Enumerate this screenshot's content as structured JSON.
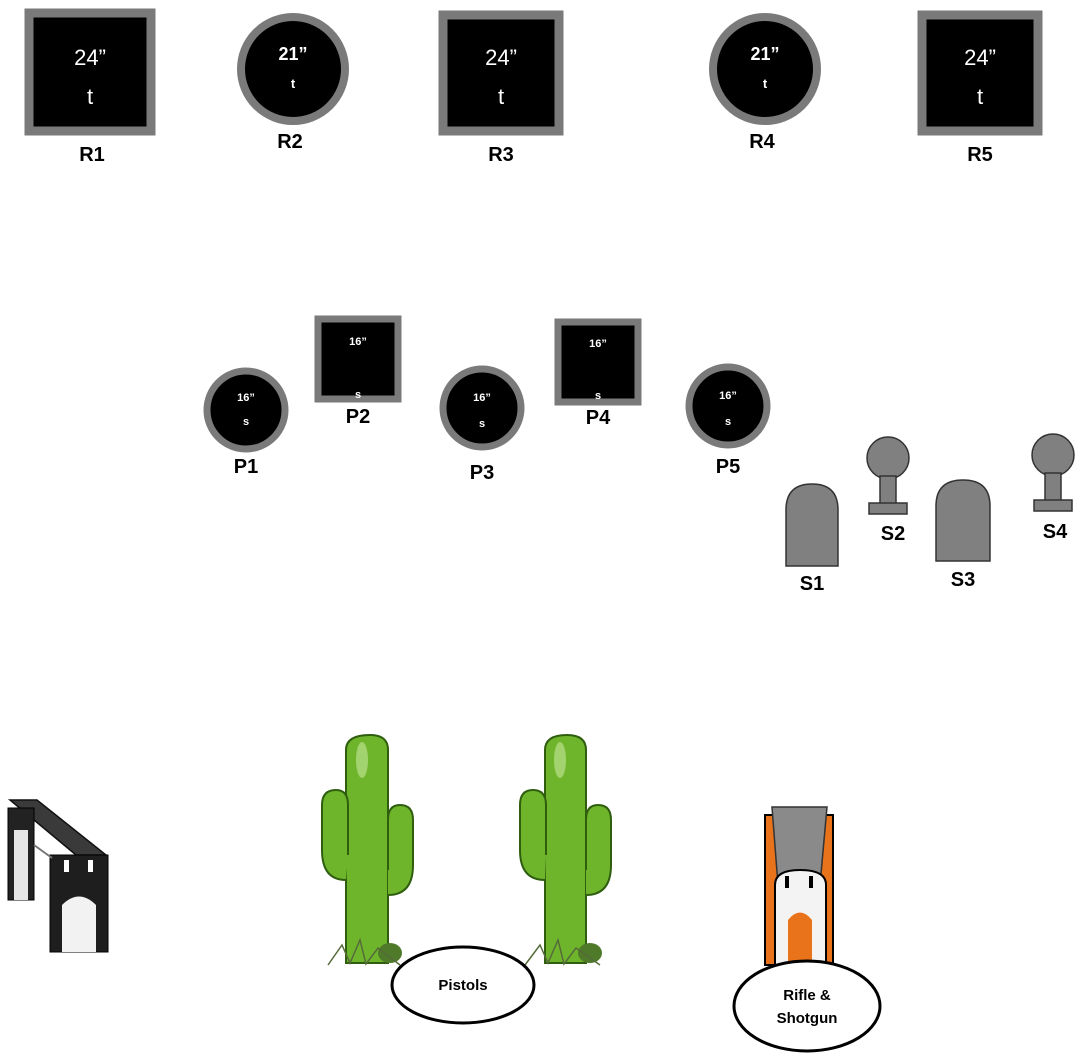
{
  "rifle_targets": [
    {
      "id": "R1",
      "shape": "square",
      "size": "24”",
      "type": "t"
    },
    {
      "id": "R2",
      "shape": "circle",
      "size": "21”",
      "type": "t"
    },
    {
      "id": "R3",
      "shape": "square",
      "size": "24”",
      "type": "t"
    },
    {
      "id": "R4",
      "shape": "circle",
      "size": "21”",
      "type": "t"
    },
    {
      "id": "R5",
      "shape": "square",
      "size": "24”",
      "type": "t"
    }
  ],
  "pistol_targets": [
    {
      "id": "P1",
      "shape": "circle",
      "size": "16”",
      "type": "s"
    },
    {
      "id": "P2",
      "shape": "square",
      "size": "16”",
      "type": "s"
    },
    {
      "id": "P3",
      "shape": "circle",
      "size": "16”",
      "type": "s"
    },
    {
      "id": "P4",
      "shape": "square",
      "size": "16”",
      "type": "s"
    },
    {
      "id": "P5",
      "shape": "circle",
      "size": "16”",
      "type": "s"
    }
  ],
  "shotgun_targets": [
    {
      "id": "S1",
      "shape": "knockdown"
    },
    {
      "id": "S2",
      "shape": "popper"
    },
    {
      "id": "S3",
      "shape": "knockdown"
    },
    {
      "id": "S4",
      "shape": "popper"
    }
  ],
  "positions": {
    "pistols": "Pistols",
    "rifle_shotgun_line1": "Rifle &",
    "rifle_shotgun_line2": "Shotgun"
  },
  "colors": {
    "target_face": "#000000",
    "target_border": "#7a7a7a",
    "steel": "#808080",
    "cactus": "#6fb52c",
    "prop_orange": "#e8731a"
  },
  "props": [
    "bench",
    "cactus",
    "cactus",
    "rifle-rack"
  ]
}
